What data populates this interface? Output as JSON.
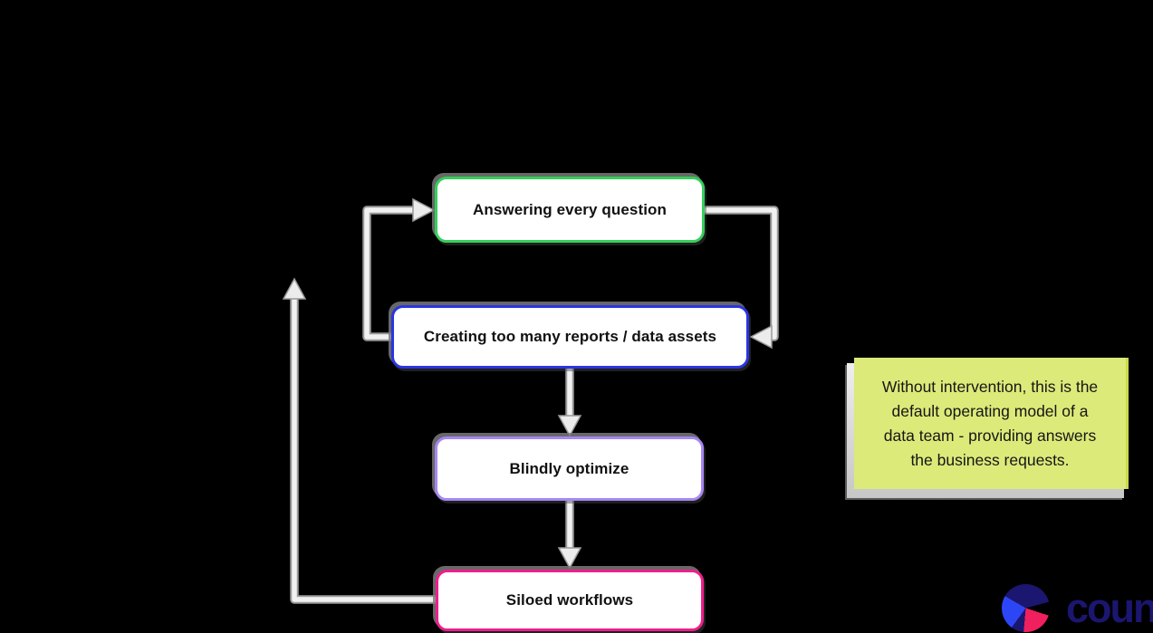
{
  "canvas": {
    "background": "#000000",
    "arrow_color": "#ececec",
    "arrow_outline_color": "#9a9a9a"
  },
  "nodes": {
    "answering": {
      "label": "Answering every question",
      "border": "#35cf5a"
    },
    "creating": {
      "label": "Creating too many reports / data assets",
      "border": "#2a35e0"
    },
    "blindly": {
      "label": "Blindly optimize",
      "border": "#a687f2"
    },
    "siloed": {
      "label": "Siloed workflows",
      "border": "#f01e8c"
    }
  },
  "note": {
    "background": "#dcea79",
    "lines": [
      "Without intervention, this is the",
      "default operating model of a",
      "data team - providing answers",
      "the business requests."
    ]
  },
  "logo": {
    "wordmark": "count",
    "colors": {
      "navy": "#1b1670",
      "blue": "#2d46f5",
      "pink": "#f0205e"
    }
  }
}
